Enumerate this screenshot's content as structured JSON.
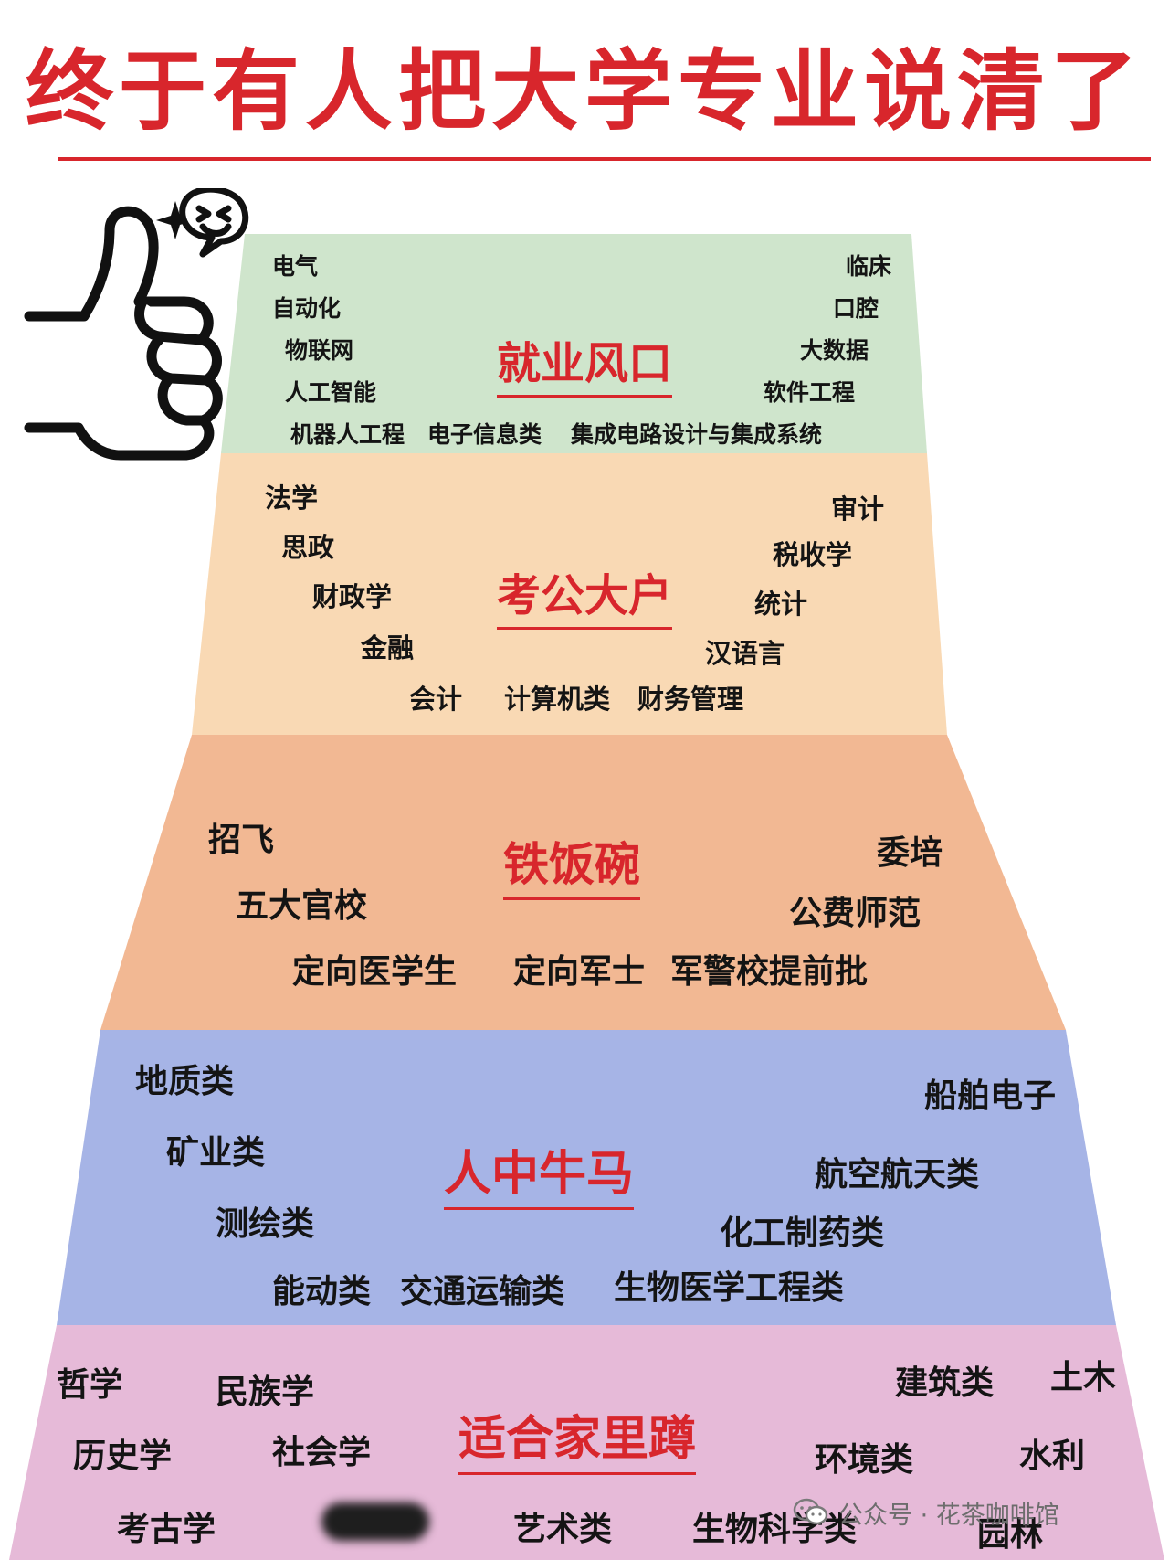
{
  "title": "终于有人把大学专业说清了",
  "colors": {
    "title": "#d8262c",
    "tier1": "#cfe5cc",
    "tier2": "#f9d9b4",
    "tier3": "#f2b893",
    "tier4": "#a6b4e6",
    "tier5": "#e6bad8"
  },
  "tiers": [
    {
      "title": "就业风口",
      "items": [
        "电气",
        "自动化",
        "物联网",
        "人工智能",
        "机器人工程",
        "电子信息类",
        "集成电路设计与集成系统",
        "临床",
        "口腔",
        "大数据",
        "软件工程"
      ]
    },
    {
      "title": "考公大户",
      "items": [
        "法学",
        "思政",
        "财政学",
        "金融",
        "会计",
        "计算机类",
        "财务管理",
        "审计",
        "税收学",
        "统计",
        "汉语言"
      ]
    },
    {
      "title": "铁饭碗",
      "items": [
        "招飞",
        "五大官校",
        "定向医学生",
        "定向军士",
        "军警校提前批",
        "委培",
        "公费师范"
      ]
    },
    {
      "title": "人中牛马",
      "items": [
        "地质类",
        "矿业类",
        "测绘类",
        "能动类",
        "交通运输类",
        "生物医学工程类",
        "船舶电子",
        "航空航天类",
        "化工制药类"
      ]
    },
    {
      "title": "适合家里蹲",
      "items": [
        "哲学",
        "民族学",
        "历史学",
        "社会学",
        "考古学",
        "艺术类",
        "生物科学类",
        "建筑类",
        "土木",
        "环境类",
        "水利",
        "园林"
      ]
    }
  ],
  "watermark": {
    "icon": "wechat-channel-icon",
    "text": "公众号 · 花茶咖啡馆"
  },
  "icons": {
    "thumb": "thumbs-up-icon",
    "face": "laughing-face-icon",
    "sparkle": "sparkle-icon"
  }
}
